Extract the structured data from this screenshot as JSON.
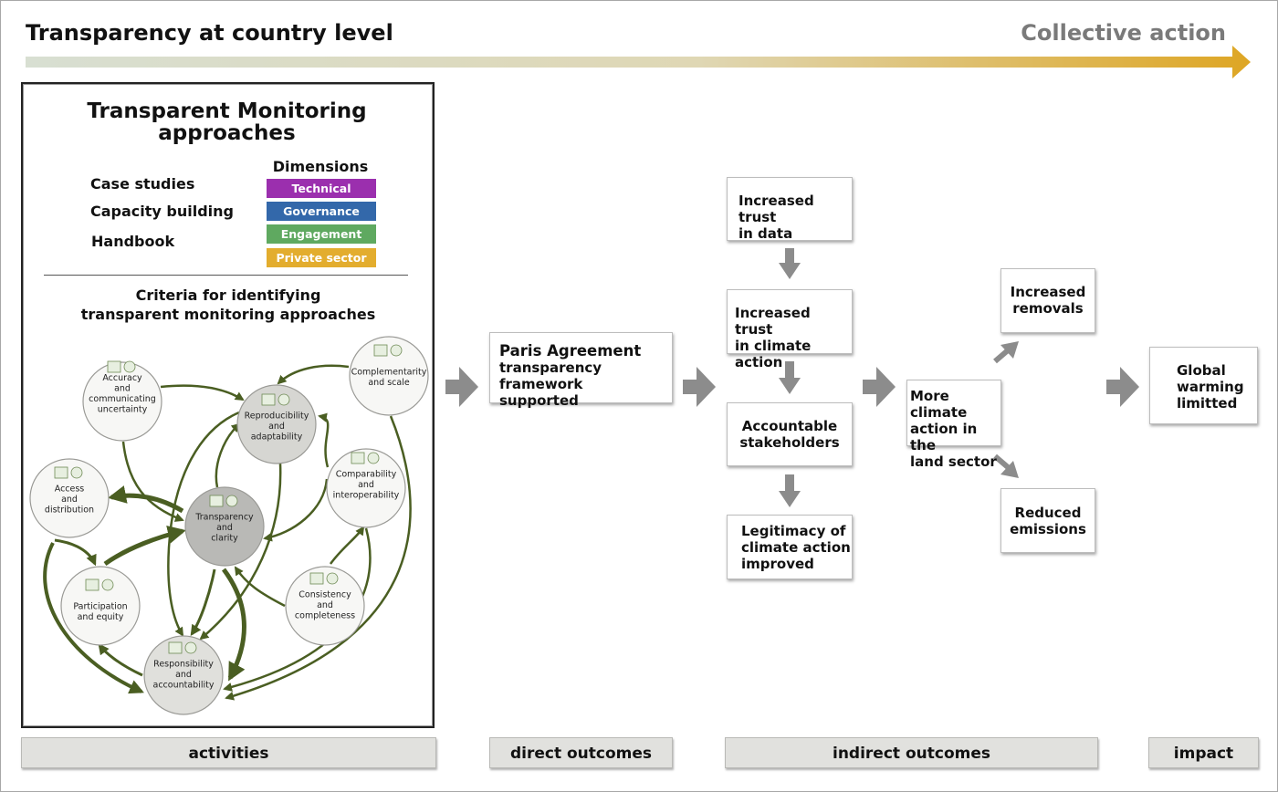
{
  "header": {
    "title": "Transparency at country level",
    "right_label": "Collective action"
  },
  "activities_panel": {
    "title_line1": "Transparent Monitoring",
    "title_line2": "approaches",
    "activities": [
      "Case studies",
      "Capacity building",
      "Handbook"
    ],
    "dimensions_label": "Dimensions",
    "dimensions": [
      {
        "label": "Technical",
        "color": "#9b2fae"
      },
      {
        "label": "Governance",
        "color": "#3368aa"
      },
      {
        "label": "Engagement",
        "color": "#5fa960"
      },
      {
        "label": "Private sector",
        "color": "#e3ad2e"
      }
    ],
    "criteria_title_line1": "Criteria for identifying",
    "criteria_title_line2": "transparent monitoring approaches",
    "criteria": [
      {
        "id": "accuracy",
        "lines": [
          "Accuracy",
          "and",
          "communicating",
          "uncertainty"
        ]
      },
      {
        "id": "complementarity",
        "lines": [
          "Complementarity",
          "and scale"
        ]
      },
      {
        "id": "reproducibility",
        "lines": [
          "Reproducibility",
          "and",
          "adaptability"
        ]
      },
      {
        "id": "access",
        "lines": [
          "Access",
          "and",
          "distribution"
        ]
      },
      {
        "id": "comparability",
        "lines": [
          "Comparability",
          "and",
          "interoperability"
        ]
      },
      {
        "id": "transparency",
        "lines": [
          "Transparency",
          "and",
          "clarity"
        ]
      },
      {
        "id": "participation",
        "lines": [
          "Participation",
          "and equity"
        ]
      },
      {
        "id": "consistency",
        "lines": [
          "Consistency",
          "and",
          "completeness"
        ]
      },
      {
        "id": "responsibility",
        "lines": [
          "Responsibility",
          "and",
          "accountability"
        ]
      }
    ]
  },
  "direct_outcome": {
    "line1": "Paris Agreement",
    "line2": "transparency framework",
    "line3": "supported"
  },
  "indirect_outcomes": {
    "trust_data": [
      "Increased trust",
      "in data"
    ],
    "trust_action": [
      "Increased trust",
      "in climate action"
    ],
    "accountable": [
      "Accountable",
      "stakeholders"
    ],
    "legitimacy": [
      "Legitimacy of",
      "climate action",
      "improved"
    ],
    "more_action": [
      "More climate",
      "action in the",
      "land sector"
    ],
    "removals": [
      "Increased",
      "removals"
    ],
    "emissions": [
      "Reduced",
      "emissions"
    ]
  },
  "impact": {
    "lines": [
      "Global",
      "warming",
      "limitted"
    ]
  },
  "stages": {
    "activities": "activities",
    "direct": "direct outcomes",
    "indirect": "indirect outcomes",
    "impact": "impact"
  },
  "colors": {
    "arrow_start": "#d6ddd0",
    "arrow_end": "#dfa824",
    "flow_arrow": "#8c8c8c",
    "network_arrow": "#4a5e22"
  }
}
